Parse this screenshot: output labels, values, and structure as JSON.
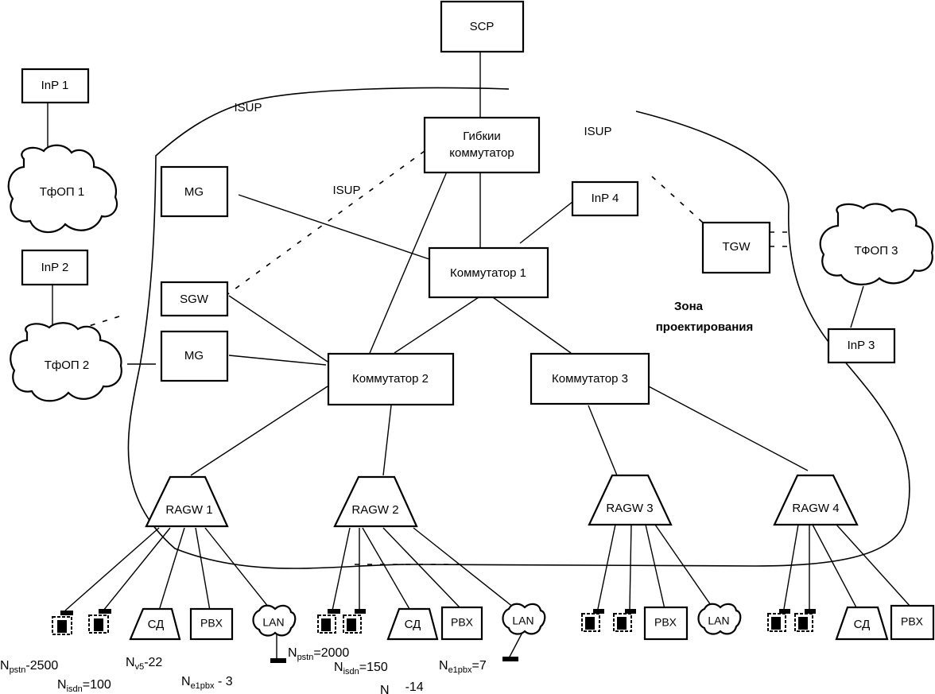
{
  "title": "Network design diagram — Zone of design",
  "nodes": {
    "scp": "SCP",
    "softswitch_line1": "Гибкии",
    "softswitch_line2": "коммутатор",
    "switch1": "Коммутатор 1",
    "switch2": "Коммутатор 2",
    "switch3": "Коммутатор 3",
    "mg_top": "MG",
    "mg_bottom": "MG",
    "sgw": "SGW",
    "tgw": "TGW",
    "inp1": "InP 1",
    "inp2": "InP 2",
    "inp3": "InP 3",
    "inp4": "InP 4",
    "pstn1": "ТфОП 1",
    "pstn2": "ТфОП 2",
    "pstn3": "ТФОП 3",
    "ragw1": "RAGW 1",
    "ragw2": "RAGW 2",
    "ragw3": "RAGW 3",
    "ragw4": "RAGW 4"
  },
  "protocol_labels": [
    "ISUP",
    "ISUP",
    "ISUP"
  ],
  "zone_label_line1": "Зона",
  "zone_label_line2": "проектирования",
  "access": {
    "sd": "СД",
    "pbx": "PBX",
    "lan": "LAN"
  },
  "params": [
    {
      "base": "N",
      "sub": "pstn",
      "value": "-2500"
    },
    {
      "base": "N",
      "sub": "isdn",
      "value": "=100"
    },
    {
      "base": "N",
      "sub": "v5",
      "value": "-22"
    },
    {
      "base": "N",
      "sub": "e1pbx",
      "value": " - 3"
    },
    {
      "base": "N",
      "sub": "pstn",
      "value": "=2000"
    },
    {
      "base": "N",
      "sub": "isdn",
      "value": "=150"
    },
    {
      "base": "N",
      "sub": "e1pbx",
      "value": "=7"
    },
    {
      "base": "N",
      "sub": "",
      "value": "-14"
    }
  ]
}
